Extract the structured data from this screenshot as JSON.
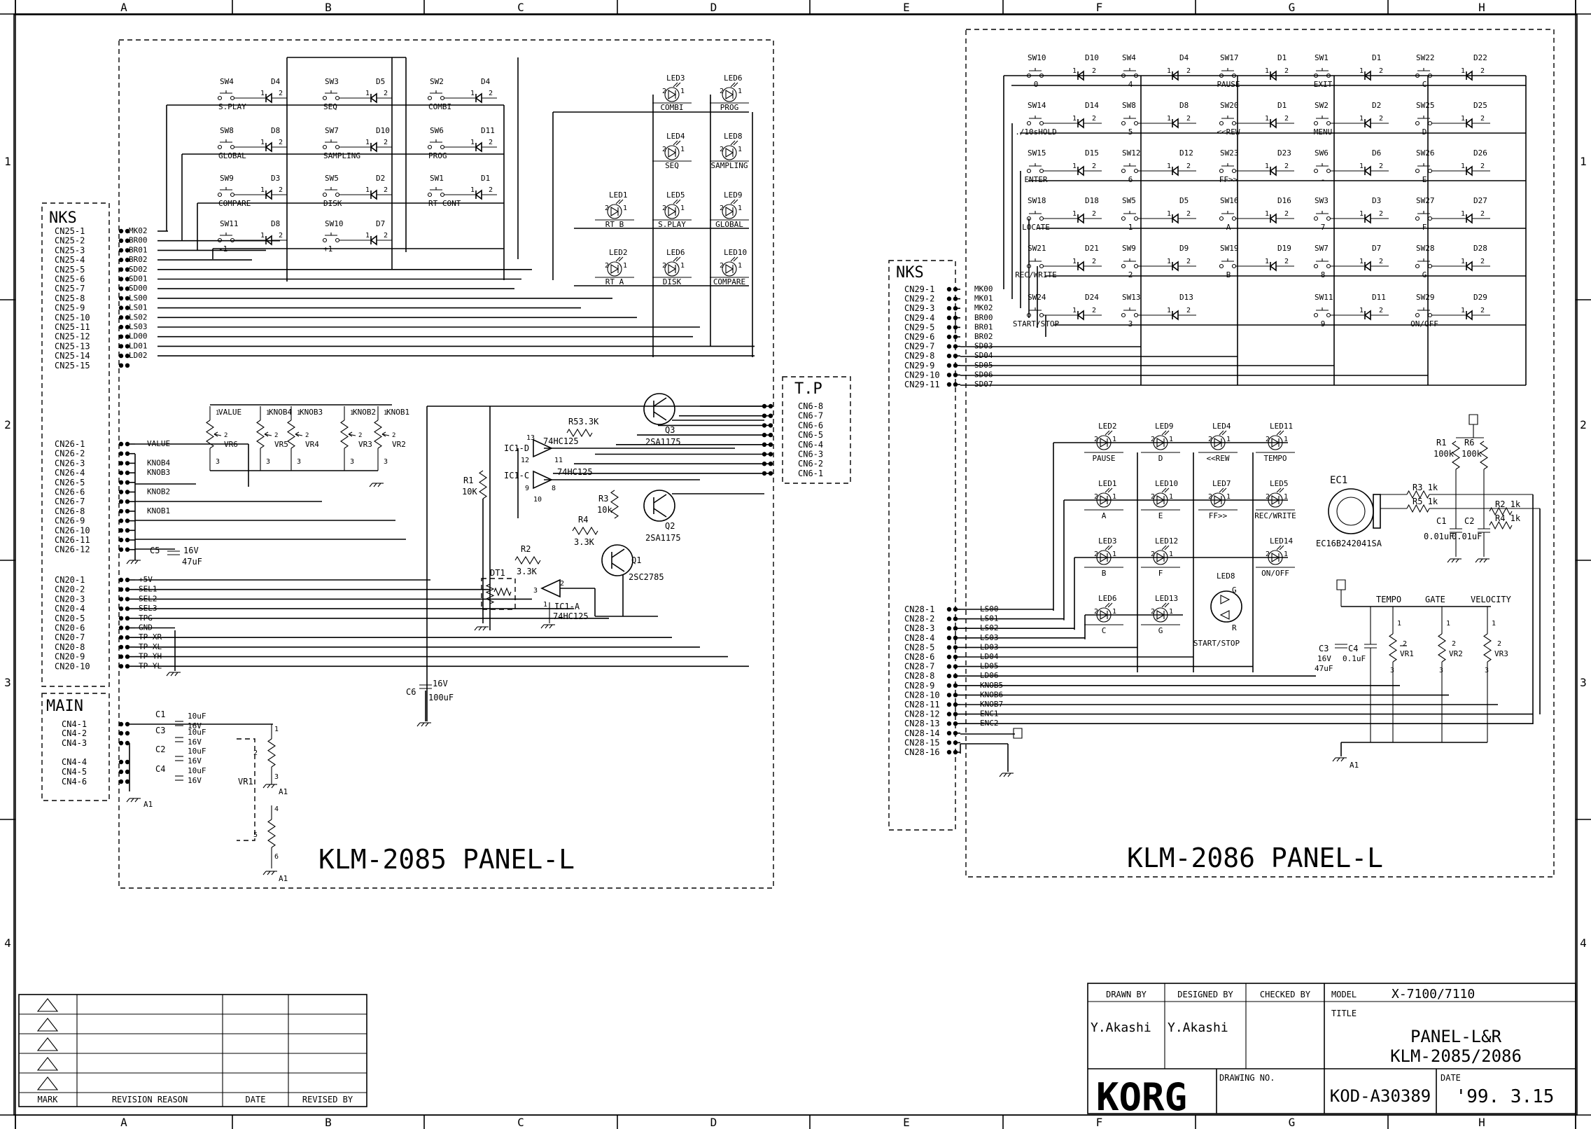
{
  "grid": {
    "columns": [
      "A",
      "B",
      "C",
      "D",
      "E",
      "F",
      "G",
      "H"
    ],
    "rows": [
      "1",
      "2",
      "3",
      "4"
    ]
  },
  "board_left": {
    "title": "KLM-2085 PANEL-L",
    "nks_label": "NKS",
    "cn25_pins": [
      "CN25-1",
      "CN25-2",
      "CN25-3",
      "CN25-4",
      "CN25-5",
      "CN25-6",
      "CN25-7",
      "CN25-8",
      "CN25-9",
      "CN25-10",
      "CN25-11",
      "CN25-12",
      "CN25-13",
      "CN25-14",
      "CN25-15"
    ],
    "cn25_nets": [
      "MK02",
      "BR00",
      "BR01",
      "BR02",
      "SD02",
      "SD01",
      "SD00",
      "LS00",
      "LS01",
      "LS02",
      "LS03",
      "LD00",
      "LD01",
      "LD02",
      ""
    ],
    "switches": [
      {
        "sw": "SW4",
        "d": "D4",
        "name": "S.PLAY"
      },
      {
        "sw": "SW3",
        "d": "D5",
        "name": "SEQ"
      },
      {
        "sw": "SW2",
        "d": "D4",
        "name": "COMBI"
      },
      {
        "sw": "SW8",
        "d": "D8",
        "name": "GLOBAL"
      },
      {
        "sw": "SW7",
        "d": "D10",
        "name": "SAMPLING"
      },
      {
        "sw": "SW6",
        "d": "D11",
        "name": "PROG"
      },
      {
        "sw": "SW9",
        "d": "D3",
        "name": "COMPARE"
      },
      {
        "sw": "SW5",
        "d": "D2",
        "name": "DISK"
      },
      {
        "sw": "SW1",
        "d": "D1",
        "name": "RT CONT"
      },
      {
        "sw": "SW11",
        "d": "D8",
        "name": "-1"
      },
      {
        "sw": "SW10",
        "d": "D7",
        "name": "+1"
      }
    ],
    "leds": [
      {
        "ref": "LED3",
        "name": "COMBI"
      },
      {
        "ref": "LED6",
        "name": "PROG"
      },
      {
        "ref": "LED4",
        "name": "SEQ"
      },
      {
        "ref": "LED8",
        "name": "SAMPLING"
      },
      {
        "ref": "LED1",
        "name": "RT B"
      },
      {
        "ref": "LED5",
        "name": "S.PLAY"
      },
      {
        "ref": "LED9",
        "name": "GLOBAL"
      },
      {
        "ref": "LED2",
        "name": "RT A"
      },
      {
        "ref": "LED6",
        "name": "DISK"
      },
      {
        "ref": "LED10",
        "name": "COMPARE"
      }
    ],
    "knobs": [
      {
        "name": "VALUE",
        "ref": "VR6"
      },
      {
        "name": "KNOB4",
        "ref": "VR5"
      },
      {
        "name": "KNOB3",
        "ref": "VR4"
      },
      {
        "name": "KNOB2",
        "ref": "VR3"
      },
      {
        "name": "KNOB1",
        "ref": "VR2"
      }
    ],
    "cn26_pins": [
      "CN26-1",
      "CN26-2",
      "CN26-3",
      "CN26-4",
      "CN26-5",
      "CN26-6",
      "CN26-7",
      "CN26-8",
      "CN26-9",
      "CN26-10",
      "CN26-11",
      "CN26-12"
    ],
    "cn26_nets": [
      "VALUE",
      "",
      "KNOB4",
      "KNOB3",
      "",
      "KNOB2",
      "",
      "KNOB1",
      "",
      "",
      "",
      ""
    ],
    "cn20_pins": [
      "CN20-1",
      "CN20-2",
      "CN20-3",
      "CN20-4",
      "CN20-5",
      "CN20-6",
      "CN20-7",
      "CN20-8",
      "CN20-9",
      "CN20-10"
    ],
    "cn20_nets": [
      "+5V",
      "SEL1",
      "SEL2",
      "SEL3",
      "TPG",
      "GND",
      "TP XR",
      "TP XL",
      "TP YH",
      "TP YL"
    ],
    "main_label": "MAIN",
    "cn4_pins": [
      "CN4-1",
      "CN4-2",
      "CN4-3",
      "CN4-4",
      "CN4-5",
      "CN4-6"
    ],
    "tp_label": "T.P",
    "cn6_pins": [
      "CN6-8",
      "CN6-7",
      "CN6-6",
      "CN6-5",
      "CN6-4",
      "CN6-3",
      "CN6-2",
      "CN6-1"
    ],
    "parts": {
      "c5": "C5",
      "c5_v": "16V",
      "c5_val": "47uF",
      "c6": "C6",
      "c6_v": "16V",
      "c6_val": "100uF",
      "r5": "R5",
      "r5_val": "3.3K",
      "r1": "R1",
      "r1_val": "10K",
      "r3": "R3",
      "r3_val": "10k",
      "r4": "R4",
      "r4_val": "3.3K",
      "r2": "R2",
      "r2_val": "3.3K",
      "ic1d": "IC1-D",
      "ic1c": "IC1-C",
      "ic1a": "IC1-A",
      "ic_type": "74HC125",
      "q3": "Q3",
      "q3_type": "2SA1175",
      "q2": "Q2",
      "q2_type": "2SA1175",
      "q1": "Q1",
      "q1_type": "2SC2785",
      "dt1": "DT1",
      "vr1": "VR1",
      "c1": "C1",
      "c2": "C2",
      "c3": "C3",
      "c4": "C4",
      "cap_val": "10uF",
      "cap_v": "16V",
      "gnd_a1": "A1"
    }
  },
  "board_right": {
    "title": "KLM-2086 PANEL-L",
    "nks_label": "NKS",
    "cn29_pins": [
      "CN29-1",
      "CN29-2",
      "CN29-3",
      "CN29-4",
      "CN29-5",
      "CN29-6",
      "CN29-7",
      "CN29-8",
      "CN29-9",
      "CN29-10",
      "CN29-11"
    ],
    "cn29_nets": [
      "MK00",
      "MK01",
      "MK02",
      "BR00",
      "BR01",
      "BR02",
      "SD03",
      "SD04",
      "SD05",
      "SD06",
      "SD07"
    ],
    "switch_rows": [
      [
        {
          "sw": "SW10",
          "d": "D10",
          "name": "0"
        },
        {
          "sw": "SW4",
          "d": "D4",
          "name": "4"
        },
        {
          "sw": "SW17",
          "d": "D1",
          "name": "PAUSE"
        },
        {
          "sw": "SW1",
          "d": "D1",
          "name": "EXIT"
        },
        {
          "sw": "SW22",
          "d": "D22",
          "name": "C"
        }
      ],
      [
        {
          "sw": "SW14",
          "d": "D14",
          "name": "./10sHOLD"
        },
        {
          "sw": "SW8",
          "d": "D8",
          "name": "5"
        },
        {
          "sw": "SW20",
          "d": "D1",
          "name": "<<REW"
        },
        {
          "sw": "SW2",
          "d": "D2",
          "name": "MENU"
        },
        {
          "sw": "SW25",
          "d": "D25",
          "name": "D"
        }
      ],
      [
        {
          "sw": "SW15",
          "d": "D15",
          "name": "ENTER"
        },
        {
          "sw": "SW12",
          "d": "D12",
          "name": "6"
        },
        {
          "sw": "SW23",
          "d": "D23",
          "name": "FF>>"
        },
        {
          "sw": "SW6",
          "d": "D6",
          "name": "-"
        },
        {
          "sw": "SW26",
          "d": "D26",
          "name": "E"
        }
      ],
      [
        {
          "sw": "SW18",
          "d": "D18",
          "name": "LOCATE"
        },
        {
          "sw": "SW5",
          "d": "D5",
          "name": "1"
        },
        {
          "sw": "SW16",
          "d": "D16",
          "name": "A"
        },
        {
          "sw": "SW3",
          "d": "D3",
          "name": "7"
        },
        {
          "sw": "SW27",
          "d": "D27",
          "name": "F"
        }
      ],
      [
        {
          "sw": "SW21",
          "d": "D21",
          "name": "REC/WRITE"
        },
        {
          "sw": "SW9",
          "d": "D9",
          "name": "2"
        },
        {
          "sw": "SW19",
          "d": "D19",
          "name": "B"
        },
        {
          "sw": "SW7",
          "d": "D7",
          "name": "8"
        },
        {
          "sw": "SW28",
          "d": "D28",
          "name": "G"
        }
      ],
      [
        {
          "sw": "SW24",
          "d": "D24",
          "name": "START/STOP"
        },
        {
          "sw": "SW13",
          "d": "D13",
          "name": "3"
        },
        null,
        {
          "sw": "SW11",
          "d": "D11",
          "name": "9"
        },
        {
          "sw": "SW29",
          "d": "D29",
          "name": "ON/OFF"
        }
      ]
    ],
    "led_rows": [
      [
        {
          "ref": "LED2",
          "name": "PAUSE"
        },
        {
          "ref": "LED9",
          "name": "D"
        },
        {
          "ref": "LED4",
          "name": "<<REW"
        },
        {
          "ref": "LED11",
          "name": "TEMPO"
        }
      ],
      [
        {
          "ref": "LED1",
          "name": "A"
        },
        {
          "ref": "LED10",
          "name": "E"
        },
        {
          "ref": "LED7",
          "name": "FF>>"
        },
        {
          "ref": "LED5",
          "name": "REC/WRITE"
        }
      ],
      [
        {
          "ref": "LED3",
          "name": "B"
        },
        {
          "ref": "LED12",
          "name": "F"
        },
        null,
        {
          "ref": "LED14",
          "name": "ON/OFF"
        }
      ],
      [
        {
          "ref": "LED6",
          "name": "C"
        },
        {
          "ref": "LED13",
          "name": "G"
        },
        null,
        null
      ]
    ],
    "led8": {
      "ref": "LED8",
      "name": "START/STOP",
      "g": "G",
      "r": "R"
    },
    "cn28_pins": [
      "CN28-1",
      "CN28-2",
      "CN28-3",
      "CN28-4",
      "CN28-5",
      "CN28-6",
      "CN28-7",
      "CN28-8",
      "CN28-9",
      "CN28-10",
      "CN28-11",
      "CN28-12",
      "CN28-13",
      "CN28-14",
      "CN28-15",
      "CN28-16"
    ],
    "cn28_nets": [
      "LS00",
      "LS01",
      "LS02",
      "LS03",
      "LD03",
      "LD04",
      "LD05",
      "LD06",
      "KNOB5",
      "KNOB6",
      "KNOB7",
      "ENC1",
      "ENC2",
      "",
      "",
      ""
    ],
    "encoder": {
      "ref": "EC1",
      "part": "EC16B242041SA"
    },
    "parts": {
      "r1": "R1",
      "r1_val": "100k",
      "r6": "R6",
      "r6_val": "100k",
      "r3": "R3",
      "r3_val": "1k",
      "r5": "R5",
      "r5_val": "1k",
      "r2": "R2",
      "r2_val": "1k",
      "r4": "R4",
      "r4_val": "1k",
      "c1": "C1",
      "c1_val": "0.01uF",
      "c2": "C2",
      "c2_val": "0.01uF",
      "c3": "C3",
      "c3_v": "16V",
      "c3_val": "47uF",
      "c4": "C4",
      "c4_val": "0.1uF",
      "gnd_a1": "A1"
    },
    "pots": [
      {
        "name": "TEMPO",
        "ref": "VR1"
      },
      {
        "name": "GATE",
        "ref": "VR2"
      },
      {
        "name": "VELOCITY",
        "ref": "VR3"
      }
    ]
  },
  "revision_block": {
    "headers": [
      "MARK",
      "REVISION REASON",
      "DATE",
      "REVISED BY"
    ]
  },
  "title_block": {
    "drawn_by_label": "DRAWN BY",
    "designed_by_label": "DESIGNED BY",
    "checked_by_label": "CHECKED BY",
    "model_label": "MODEL",
    "model": "X-7100/7110",
    "title_label": "TITLE",
    "title_line1": "PANEL-L&R",
    "title_line2": "KLM-2085/2086",
    "drawn_by": "Y.Akashi",
    "designed_by": "Y.Akashi",
    "brand": "KORG",
    "drawing_no_label": "DRAWING NO.",
    "drawing_no": "KOD-A30389",
    "date_label": "DATE",
    "date": "'99. 3.15"
  }
}
